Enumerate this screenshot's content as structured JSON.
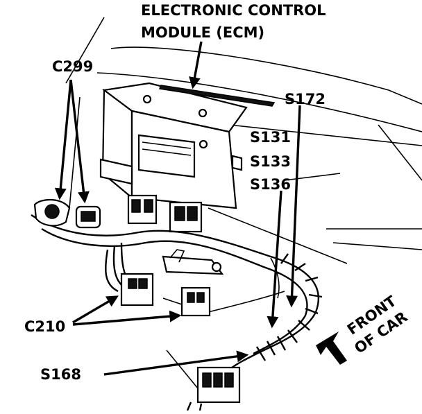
{
  "labels": {
    "ecm_line1": "ELECTRONIC CONTROL",
    "ecm_line2": "MODULE (ECM)",
    "c299": "C299",
    "s172": "S172",
    "s131": "S131",
    "s133": "S133",
    "s136": "S136",
    "c210": "C210",
    "s168": "S168",
    "front_line1": "FRONT",
    "front_line2": "OF CAR"
  }
}
